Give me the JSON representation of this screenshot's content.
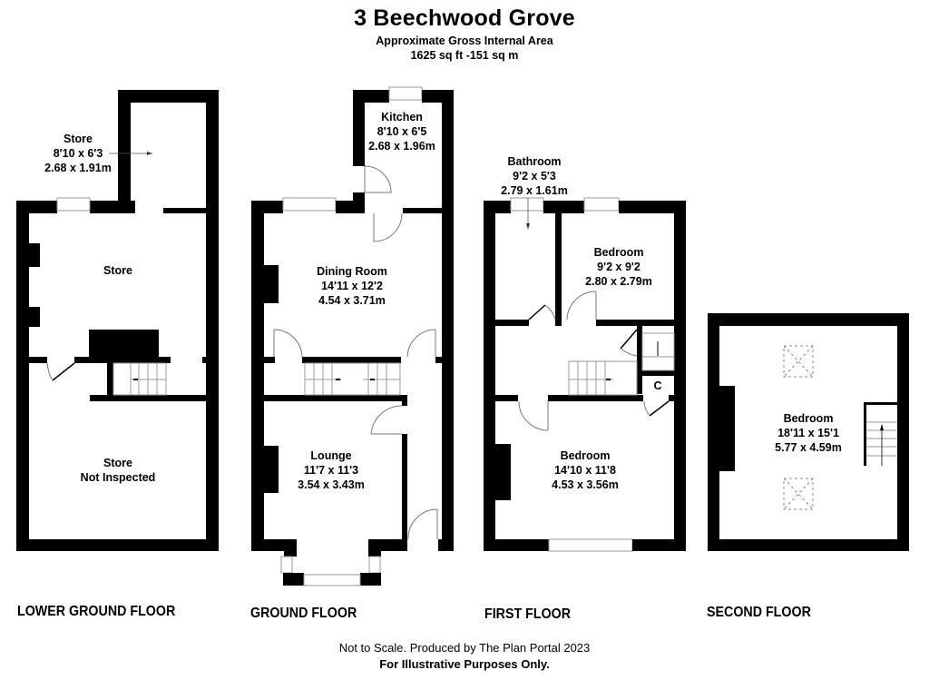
{
  "header": {
    "title": "3 Beechwood Grove",
    "subtitle": "Approximate Gross Internal Area",
    "area": "1625 sq ft -151 sq m"
  },
  "floors": {
    "lower_ground": {
      "label": "LOWER GROUND FLOOR",
      "rooms": [
        {
          "name": "Store",
          "imperial": "8'10 x 6'3",
          "metric": "2.68 x 1.91m"
        },
        {
          "name": "Store"
        },
        {
          "name": "Store",
          "note": "Not Inspected"
        }
      ]
    },
    "ground": {
      "label": "GROUND FLOOR",
      "rooms": [
        {
          "name": "Kitchen",
          "imperial": "8'10 x 6'5",
          "metric": "2.68 x 1.96m"
        },
        {
          "name": "Dining Room",
          "imperial": "14'11 x 12'2",
          "metric": "4.54 x 3.71m"
        },
        {
          "name": "Lounge",
          "imperial": "11'7 x 11'3",
          "metric": "3.54 x 3.43m"
        }
      ]
    },
    "first": {
      "label": "FIRST FLOOR",
      "rooms": [
        {
          "name": "Bathroom",
          "imperial": "9'2 x 5'3",
          "metric": "2.79 x 1.61m"
        },
        {
          "name": "Bedroom",
          "imperial": "9'2 x 9'2",
          "metric": "2.80 x 2.79m"
        },
        {
          "name": "Bedroom",
          "imperial": "14'10 x 11'8",
          "metric": "4.53 x 3.56m"
        },
        {
          "name": "C"
        }
      ]
    },
    "second": {
      "label": "SECOND FLOOR",
      "rooms": [
        {
          "name": "Bedroom",
          "imperial": "18'11 x 15'1",
          "metric": "5.77 x 4.59m"
        }
      ]
    }
  },
  "footer": {
    "line1": "Not to Scale. Produced by The Plan Portal 2023",
    "line2": "For Illustrative Purposes Only."
  }
}
